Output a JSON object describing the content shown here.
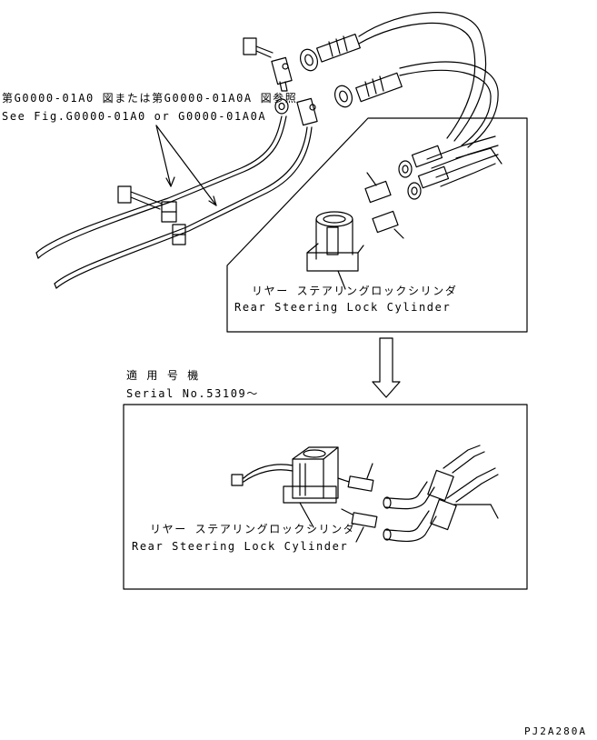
{
  "reference_note": {
    "jp": "第G0000-01A0 図または第G0000-01A0A 図参照",
    "en": "See Fig.G0000-01A0 or G0000-01A0A"
  },
  "upper_callout": {
    "label_jp": "リヤー ステアリングロックシリンダ",
    "label_en": "Rear Steering Lock Cylinder"
  },
  "serial": {
    "label_jp": "適 用 号 機",
    "label_en": "Serial No.53109〜"
  },
  "lower_callout": {
    "label_jp": "リヤー ステアリングロックシリンダ",
    "label_en": "Rear Steering Lock Cylinder"
  },
  "figure_code": "PJ2A280A"
}
